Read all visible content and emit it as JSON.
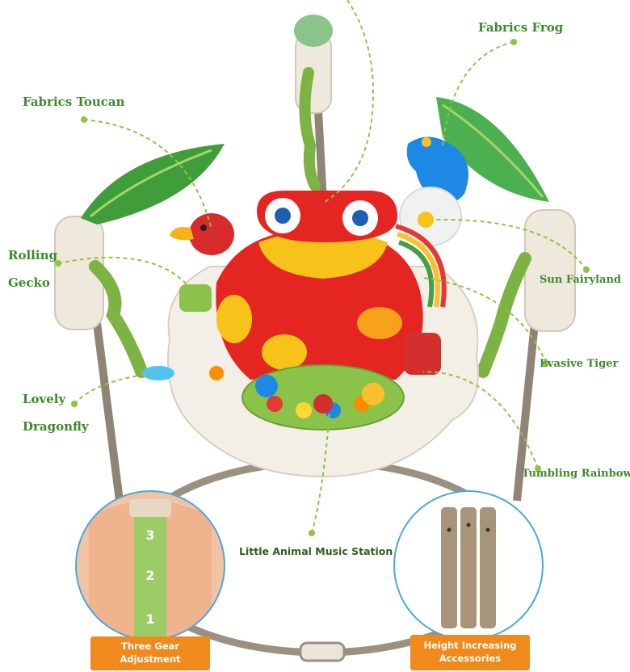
{
  "callouts": {
    "fabrics_frog": "Fabrics Frog",
    "fabrics_toucan": "Fabrics Toucan",
    "rolling_gecko_line1": "Rolling",
    "rolling_gecko_line2": "Gecko",
    "sun_fairyland": "Sun Fairyland",
    "evasive_tiger": "Evasive Tiger",
    "lovely_dragonfly_line1": "Lovely",
    "lovely_dragonfly_line2": "Dragonfly",
    "tumbling_rainbow": "Tumbling Rainbow",
    "little_animal_music_station": "Little Animal Music Station"
  },
  "insets": {
    "left_tag": "Three Gear Adjustment",
    "right_tag_line1": "Height Increasing",
    "right_tag_line2": "Accessories",
    "gear_numbers": [
      "3",
      "2",
      "1"
    ]
  },
  "colors": {
    "label_green": "#3c8a2a",
    "leader_green": "#8cc63f",
    "tag_orange": "#f08a1c",
    "frog_red": "#e52521",
    "frog_yellow": "#f7c21a"
  }
}
